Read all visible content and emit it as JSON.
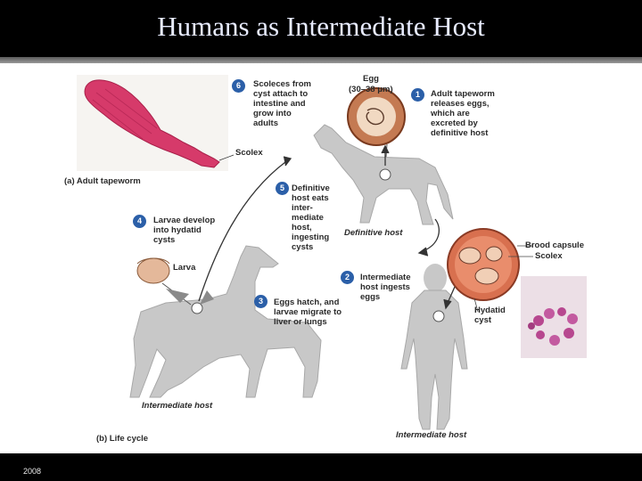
{
  "slide": {
    "title": "Humans as Intermediate Host",
    "year": "2008"
  },
  "figure": {
    "egg_label": "Egg",
    "egg_size": "(30–38 μm)",
    "part_a_label": "(a) Adult tapeworm",
    "part_b_label": "(b) Life cycle",
    "scolex_label": "Scolex",
    "larva_label": "Larva",
    "definitive_host_label": "Definitive host",
    "intermediate_host_animal_label": "Intermediate host",
    "intermediate_host_human_label": "Intermediate host",
    "brood_capsule_label": "Brood capsule",
    "scolex_cyst_label": "Scolex",
    "hydatid_cyst_label": "Hydatid\ncyst",
    "steps": [
      {
        "number": "1",
        "text": "Adult tapeworm\nreleases eggs,\nwhich are\nexcreted by\ndefinitive host"
      },
      {
        "number": "2",
        "text": "Intermediate\nhost ingests\neggs"
      },
      {
        "number": "3",
        "text": "Eggs hatch, and\nlarvae migrate to\nliver or lungs"
      },
      {
        "number": "4",
        "text": "Larvae develop\ninto hydatid\ncysts"
      },
      {
        "number": "5",
        "text": "Definitive\nhost eats\ninter-\nmediate\nhost,\ningesting\ncysts"
      },
      {
        "number": "6",
        "text": "Scoleces from\ncyst attach to\nintestine and\ngrow into\nadults"
      }
    ]
  },
  "colors": {
    "title_text": "#e8ecff",
    "step_badge": "#2b5fa8",
    "tapeworm": "#d63a6a",
    "silhouette": "#c8c8c8",
    "cyst": "#d8704f"
  }
}
